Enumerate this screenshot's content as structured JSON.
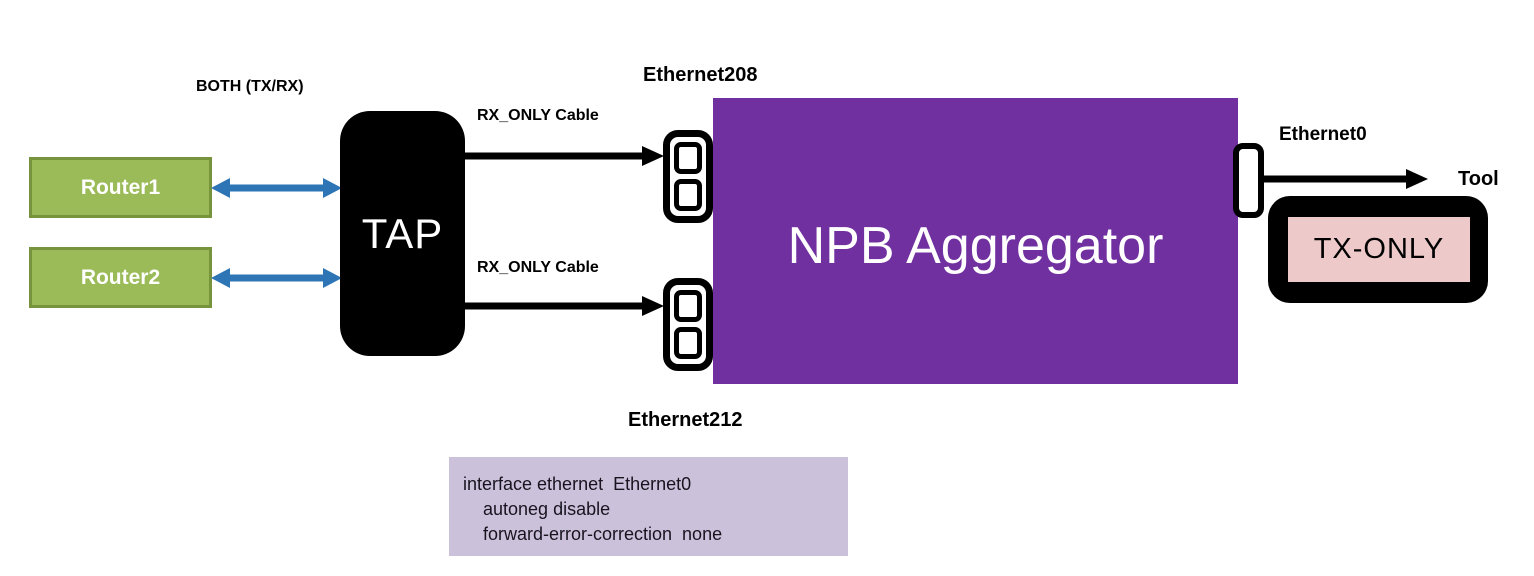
{
  "colors": {
    "router_fill": "#9BBB59",
    "router_border": "#77933C",
    "arrow_blue": "#2E75B6",
    "npb_purple": "#7030A0",
    "tool_pink": "#EDC9C9",
    "config_bg": "#CCC1DA",
    "config_text": "#17141F"
  },
  "nodes": {
    "router1": {
      "label": "Router1"
    },
    "router2": {
      "label": "Router2"
    },
    "tap": {
      "label": "TAP"
    },
    "npb": {
      "label": "NPB Aggregator"
    },
    "tool_device": {
      "label": "TX-ONLY"
    }
  },
  "labels": {
    "both_tx_rx": "BOTH (TX/RX)",
    "rx_only_cable_top": "RX_ONLY Cable",
    "rx_only_cable_bottom": "RX_ONLY Cable",
    "ethernet208": "Ethernet208",
    "ethernet212": "Ethernet212",
    "ethernet0": "Ethernet0",
    "tool": "Tool"
  },
  "config_box": {
    "lines": [
      "interface ethernet  Ethernet0",
      "    autoneg disable",
      "    forward-error-correction  none"
    ]
  }
}
